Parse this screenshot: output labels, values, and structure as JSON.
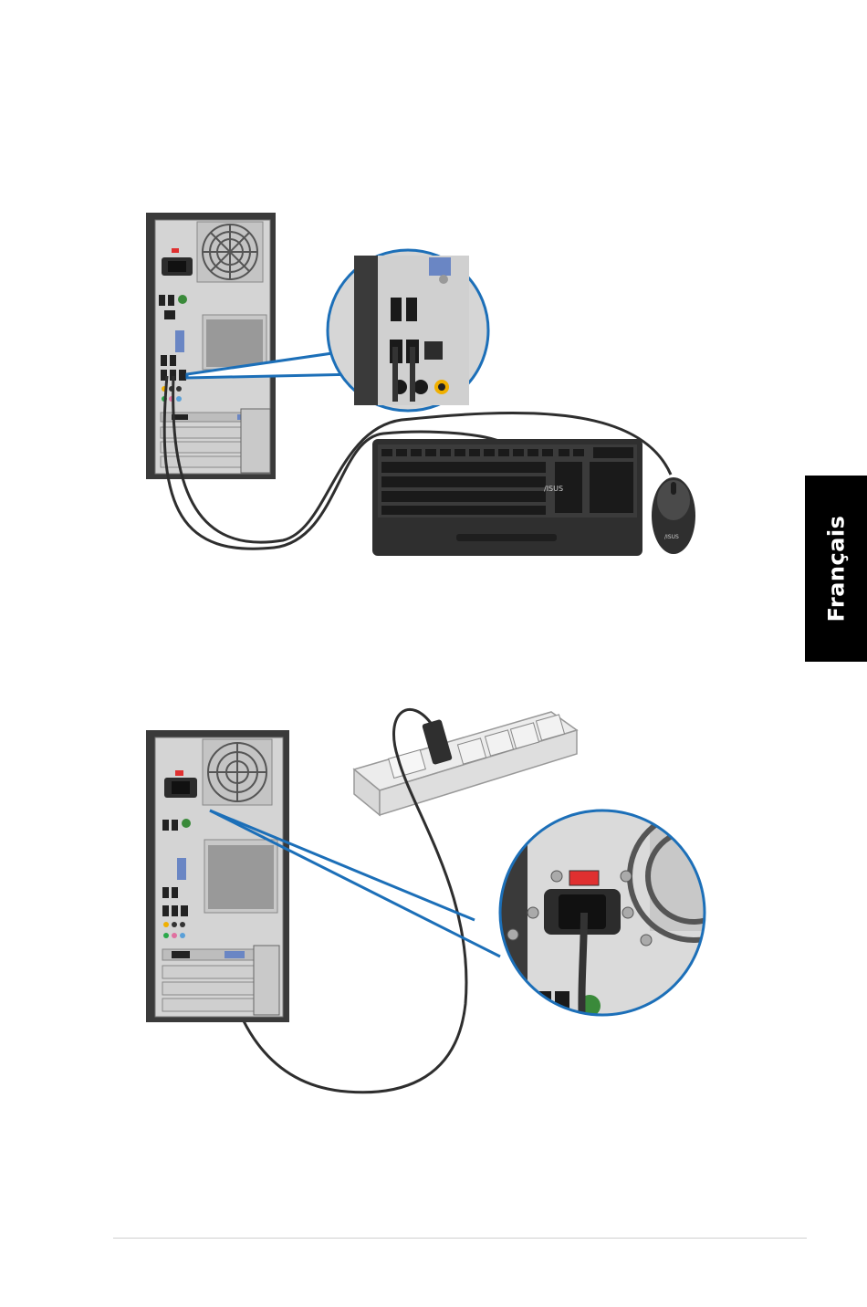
{
  "side_tab": {
    "label": "Français"
  },
  "keyboard": {
    "brand": "/ISUS"
  },
  "mouse": {
    "brand": "/ISUS"
  },
  "colors": {
    "callout_stroke": "#1c6fb8",
    "case_dark": "#3a3a3a",
    "panel_gray": "#d4d4d4",
    "power_switch": "#e03030",
    "side_tab_bg": "#000000"
  },
  "figures": [
    {
      "id": "keyboard-mouse-connection"
    },
    {
      "id": "power-cord-connection"
    }
  ]
}
